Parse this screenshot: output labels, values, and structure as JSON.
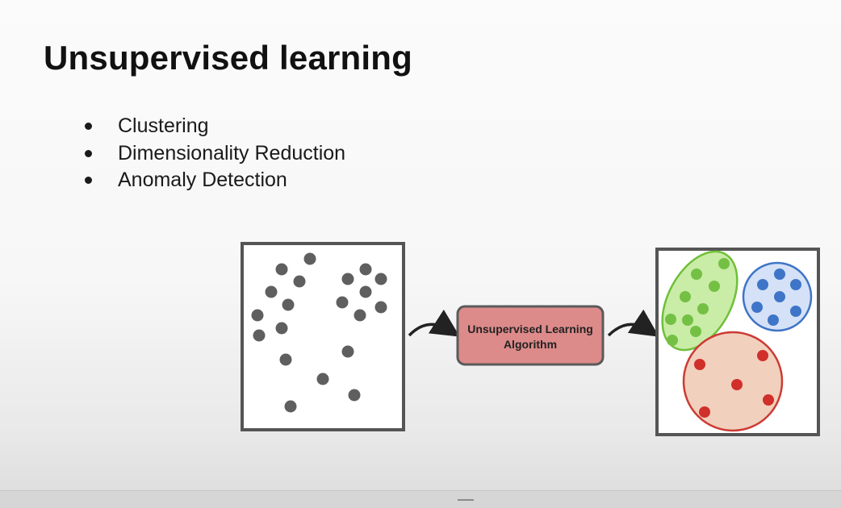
{
  "slide": {
    "title": "Unsupervised learning",
    "bullets": [
      "Clustering",
      "Dimensionality Reduction",
      "Anomaly Detection"
    ]
  },
  "diagram": {
    "algorithm_label_line1": "Unsupervised Learning",
    "algorithm_label_line2": "Algorithm",
    "colors": {
      "box_stroke": "#555555",
      "point_gray": "#5f5f5f",
      "algo_fill": "#dd8a8a",
      "algo_stroke": "#5a5a5a",
      "green_fill": "#c9eca6",
      "green_stroke": "#6fbf3a",
      "green_point": "#74c044",
      "blue_fill": "#d5e1f7",
      "blue_stroke": "#3e74c6",
      "blue_point": "#3f75c8",
      "red_fill": "#f1d0bd",
      "red_stroke": "#cc3b34",
      "red_point": "#d12f2a"
    }
  }
}
